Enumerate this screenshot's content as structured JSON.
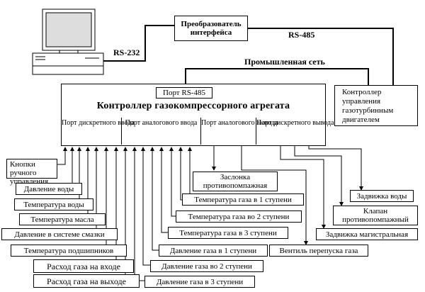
{
  "top": {
    "converter": "Преобразователь интерфейса",
    "rs232": "RS-232",
    "rs485": "RS-485",
    "industrial_net": "Промышленная сеть"
  },
  "turbine_controller": "Контроллер управления газотурбинным двигателем",
  "controller": {
    "title": "Контроллер газокомпрессорного агрегата",
    "rs485_port": "Порт RS-485",
    "ports": [
      "Порт дискретного ввода",
      "Порт аналогового ввода",
      "Порт аналогового вывода",
      "Порт дискретного вывода"
    ]
  },
  "inputs": [
    "Кнопки ручного управления",
    "Давление воды",
    "Температура воды",
    "Температура масла",
    "Давление в системе смазки",
    "Температура подшипников",
    "Расход газа на входе",
    "Расход газа на выходе",
    "Давление газа в 3 ступени",
    "Давление газа во 2 ступени",
    "Давление газа в 1 ступени",
    "Температура газа в 3 ступени",
    "Температура газа во 2 ступени",
    "Температура газа в 1 ступени"
  ],
  "outputs": [
    "Заслонка противопомпажная",
    "Вентиль перепуска газа",
    "Задвижка магистральная",
    "Клапан противопомпажный",
    "Задвижка воды"
  ],
  "colors": {
    "line": "#000000",
    "background": "#ffffff",
    "screen": "#dddddd"
  }
}
